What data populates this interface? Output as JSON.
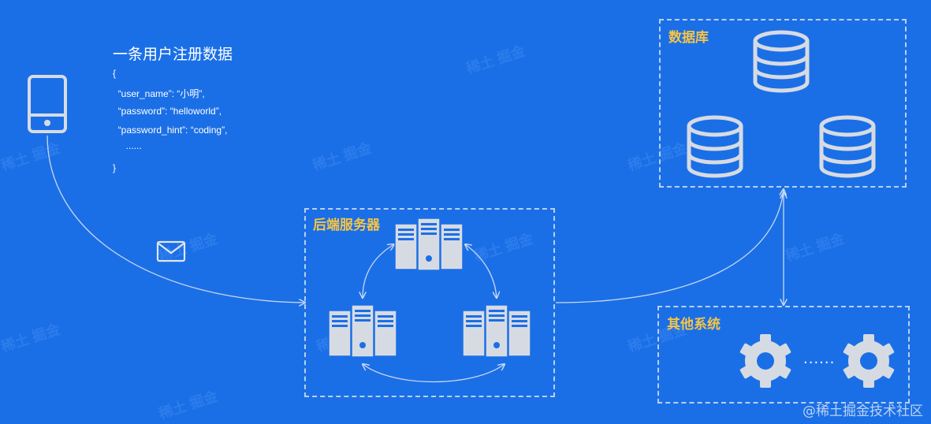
{
  "record": {
    "title": "一条用户注册数据",
    "lines": [
      "{",
      "  “user_name”: “小明”,",
      "  “password”: “helloworld”,",
      "  “password_hint”: “coding”,",
      "     ......",
      "}"
    ]
  },
  "groups": {
    "backend": {
      "title": "后端服务器"
    },
    "database": {
      "title": "数据库"
    },
    "other": {
      "title": "其他系统",
      "ellipsis": "......"
    }
  },
  "icons": {
    "device": "smartphone-icon",
    "message": "envelope-icon",
    "server": "server-rack-icon",
    "database": "database-cylinder-icon",
    "system": "gear-icon"
  },
  "colors": {
    "background": "#1b6fe6",
    "group_title": "#f6c445",
    "icon_fill": "#d6dbe3",
    "connector": "#b9cff0"
  },
  "watermark": "@稀土掘金技术社区"
}
